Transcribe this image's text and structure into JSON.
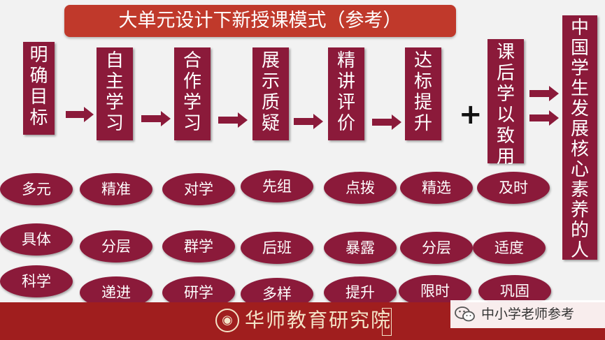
{
  "title": "大单元设计下新授课模式（参考）",
  "steps": [
    {
      "label": "明确目标"
    },
    {
      "label": "自主学习"
    },
    {
      "label": "合作学习"
    },
    {
      "label": "展示质疑"
    },
    {
      "label": "精讲评价"
    },
    {
      "label": "达标提升"
    },
    {
      "label": "课后学以致用"
    }
  ],
  "plus": "+",
  "result": "中国学生发展核心素养的人",
  "ovals": [
    [
      "多元",
      "具体",
      "科学"
    ],
    [
      "精准",
      "分层",
      "递进"
    ],
    [
      "对学",
      "群学",
      "研学"
    ],
    [
      "先组",
      "后班",
      "多样"
    ],
    [
      "点拨",
      "暴露",
      "提升"
    ],
    [
      "精选",
      "分层",
      "限时"
    ],
    [
      "及时",
      "适度",
      "巩固"
    ]
  ],
  "footer": {
    "logo_text": "华师教育研究院",
    "watermark": "中小学老师参考"
  },
  "colors": {
    "box": "#8b1a3a",
    "title_bg": "#c0392b",
    "footer_bg": "#a01e1e"
  }
}
